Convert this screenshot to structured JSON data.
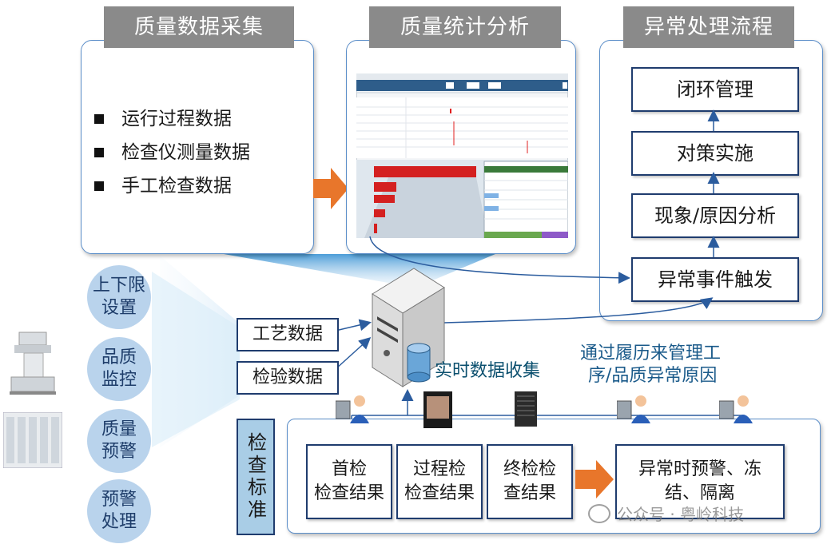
{
  "headers": {
    "collect": "质量数据采集",
    "analysis": "质量统计分析",
    "exception": "异常处理流程"
  },
  "collect_items": [
    "运行过程数据",
    "检查仪测量数据",
    "手工检查数据"
  ],
  "flow": {
    "step1": "闭环管理",
    "step2": "对策实施",
    "step3": "现象/原因分析",
    "step4": "异常事件触发"
  },
  "side_circles": [
    "上下限\n设置",
    "品质\n监控",
    "质量\n预警",
    "预警\n处理"
  ],
  "data_inputs": {
    "process": "工艺数据",
    "inspection": "检验数据"
  },
  "server_label": "实时数据收集",
  "trace_text_line1": "通过履历来管理工",
  "trace_text_line2": "序/品质异常原因",
  "standard_label": "检查标准",
  "results": {
    "first": "首检\n检查结果",
    "process": "过程检\n检查结果",
    "final": "终检检\n查结果",
    "alarm": "异常时预警、冻\n结、隔离"
  },
  "watermark": "公众号 · 粤岭科技",
  "colors": {
    "accent": "#e8762b",
    "frame": "#5b8ec9",
    "box_border": "#1f3c6e",
    "circle": "#b9d3ec"
  }
}
